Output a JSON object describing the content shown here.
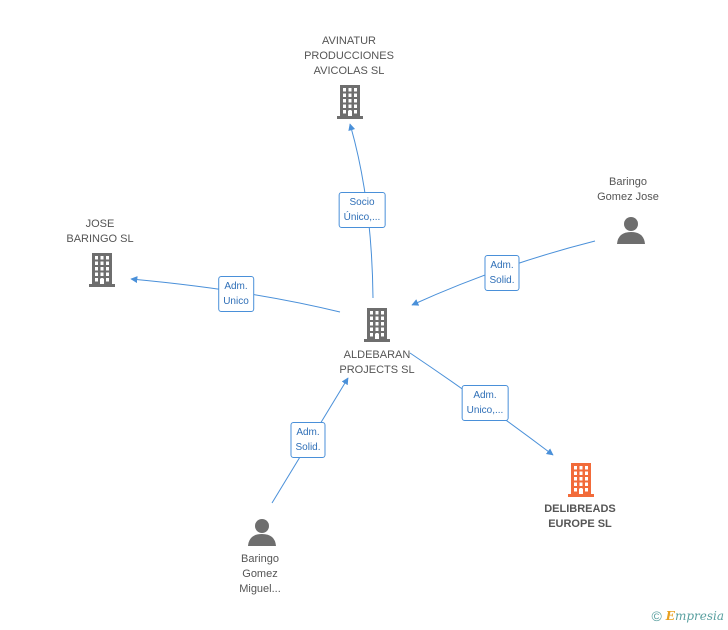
{
  "colors": {
    "edge": "#4a90d9",
    "node": "#6e6e6e",
    "highlight": "#f26b3a"
  },
  "nodes": [
    {
      "id": "aldebaran",
      "type": "company",
      "icon": "building-icon",
      "lines": [
        "ALDEBARAN",
        "PROJECTS  SL"
      ]
    },
    {
      "id": "avinatur",
      "type": "company",
      "icon": "building-icon",
      "lines": [
        "AVINATUR",
        "PRODUCCIONES",
        "AVICOLAS  SL"
      ]
    },
    {
      "id": "jose",
      "type": "company",
      "icon": "building-icon",
      "lines": [
        "JOSE",
        "BARINGO SL"
      ]
    },
    {
      "id": "delibreads",
      "type": "company",
      "icon": "building-icon",
      "highlight": true,
      "lines": [
        "DELIBREADS",
        "EUROPE SL"
      ]
    },
    {
      "id": "baringo-jose",
      "type": "person",
      "icon": "person-icon",
      "lines": [
        "Baringo",
        "Gomez Jose"
      ]
    },
    {
      "id": "baringo-miguel",
      "type": "person",
      "icon": "person-icon",
      "lines": [
        "Baringo",
        "Gomez",
        "Miguel..."
      ]
    }
  ],
  "edges": [
    {
      "from": "aldebaran",
      "to": "avinatur",
      "lines": [
        "Socio",
        "Único,..."
      ]
    },
    {
      "from": "aldebaran",
      "to": "jose",
      "lines": [
        "Adm.",
        "Unico"
      ]
    },
    {
      "from": "baringo-jose",
      "to": "aldebaran",
      "lines": [
        "Adm.",
        "Solid."
      ]
    },
    {
      "from": "aldebaran",
      "to": "delibreads",
      "lines": [
        "Adm.",
        "Unico,..."
      ]
    },
    {
      "from": "baringo-miguel",
      "to": "aldebaran",
      "lines": [
        "Adm.",
        "Solid."
      ]
    }
  ],
  "footer": {
    "copyright": "©",
    "brand_initial": "E",
    "brand_rest": "mpresia"
  }
}
